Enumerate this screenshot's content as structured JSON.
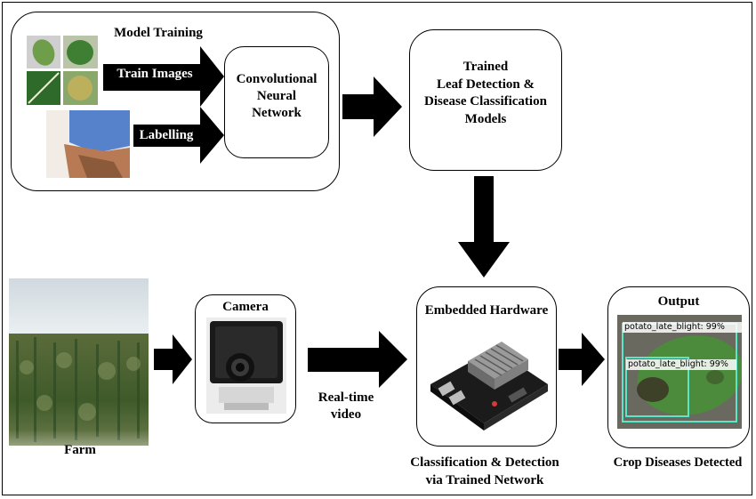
{
  "training": {
    "title": "Model Training",
    "train_images": "Train Images",
    "labelling": "Labelling",
    "cnn": [
      "Convolutional",
      "Neural",
      "Network"
    ]
  },
  "trained": {
    "lines": [
      "Trained",
      "Leaf  Detection &",
      "Disease Classification",
      "Models"
    ]
  },
  "farm": {
    "label": "Farm"
  },
  "camera": {
    "label": "Camera"
  },
  "video": {
    "lines": [
      "Real-time",
      "video"
    ]
  },
  "hardware": {
    "title": "Embedded Hardware",
    "caption": [
      "Classification & Detection",
      "via Trained Network"
    ]
  },
  "output": {
    "title": "Output",
    "detections": [
      "potato_late_blight: 99%",
      "potato_late_blight: 99%"
    ],
    "caption": "Crop Diseases Detected"
  },
  "colors": {
    "arrow": "#000000",
    "detection_box": "#5ce6c8",
    "leaf": "#4a8a3a",
    "sky": "#dfe8ee",
    "label_overlay": "#3a6fc4"
  }
}
